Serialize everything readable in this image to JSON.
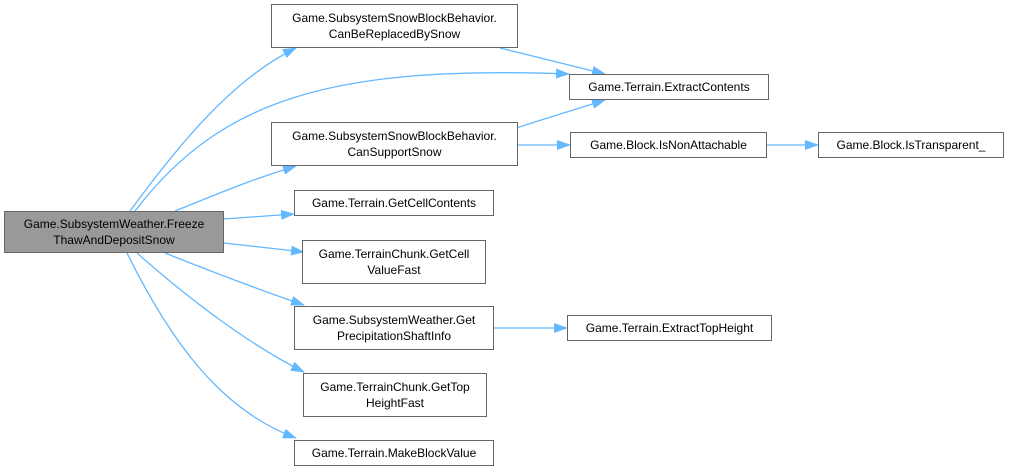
{
  "colors": {
    "edge": "#63b8ff",
    "node_border": "#666666",
    "root_fill": "#999999",
    "node_fill": "#ffffff"
  },
  "nodes": {
    "root": {
      "line1": "Game.SubsystemWeather.Freeze",
      "line2": "ThawAndDepositSnow"
    },
    "can_be_replaced": {
      "line1": "Game.SubsystemSnowBlockBehavior.",
      "line2": "CanBeReplacedBySnow"
    },
    "extract_contents": {
      "line1": "Game.Terrain.ExtractContents"
    },
    "can_support": {
      "line1": "Game.SubsystemSnowBlockBehavior.",
      "line2": "CanSupportSnow"
    },
    "is_non_attachable": {
      "line1": "Game.Block.IsNonAttachable"
    },
    "is_transparent": {
      "line1": "Game.Block.IsTransparent_"
    },
    "get_cell_contents": {
      "line1": "Game.Terrain.GetCellContents"
    },
    "get_cell_value_fast": {
      "line1": "Game.TerrainChunk.GetCell",
      "line2": "ValueFast"
    },
    "get_precip": {
      "line1": "Game.SubsystemWeather.Get",
      "line2": "PrecipitationShaftInfo"
    },
    "extract_top_height": {
      "line1": "Game.Terrain.ExtractTopHeight"
    },
    "get_top_height_fast": {
      "line1": "Game.TerrainChunk.GetTop",
      "line2": "HeightFast"
    },
    "make_block_value": {
      "line1": "Game.Terrain.MakeBlockValue"
    }
  }
}
